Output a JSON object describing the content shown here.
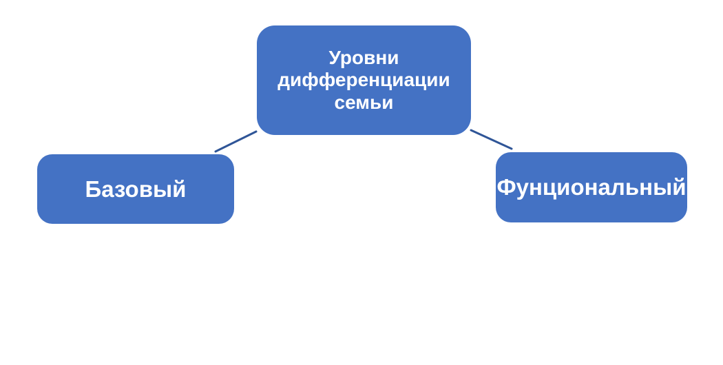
{
  "diagram": {
    "type": "hierarchy",
    "background_color": "#FFFFFF",
    "node_fill_color": "#4472C4",
    "node_text_color": "#FFFFFF",
    "connector_color": "#2F5597",
    "nodes": {
      "root": {
        "label": "Уровни дифференциации семьи"
      },
      "left": {
        "label": "Базовый"
      },
      "right": {
        "label": "Фунциональный"
      }
    },
    "edges": [
      {
        "from": "root",
        "to": "left"
      },
      {
        "from": "root",
        "to": "right"
      }
    ]
  }
}
